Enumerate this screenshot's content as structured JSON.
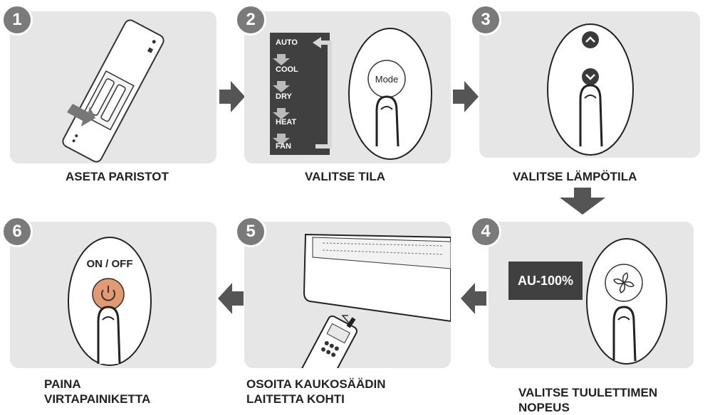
{
  "steps": [
    {
      "number": "1",
      "caption": "ASETA PARISTOT"
    },
    {
      "number": "2",
      "caption": "VALITSE TILA"
    },
    {
      "number": "3",
      "caption": "VALITSE LÄMPÖTILA"
    },
    {
      "number": "4",
      "caption_line1": "VALITSE TUULETTIMEN",
      "caption_line2": "NOPEUS"
    },
    {
      "number": "5",
      "caption_line1": "OSOITA KAUKOSÄÄDIN",
      "caption_line2": "LAITETTA KOHTI"
    },
    {
      "number": "6",
      "caption_line1": "PAINA",
      "caption_line2": "VIRTAPAINIKETTA"
    }
  ],
  "modes": [
    "AUTO",
    "COOL",
    "DRY",
    "HEAT",
    "FAN"
  ],
  "mode_button": "Mode",
  "fan_speed_display": "AU-100%",
  "power_button": "ON / OFF",
  "colors": {
    "panel": "#e6e6e6",
    "badge": "#7a7a7a",
    "arrow": "#555555",
    "mode_list": "#404040",
    "power_button": "#e39a73"
  }
}
